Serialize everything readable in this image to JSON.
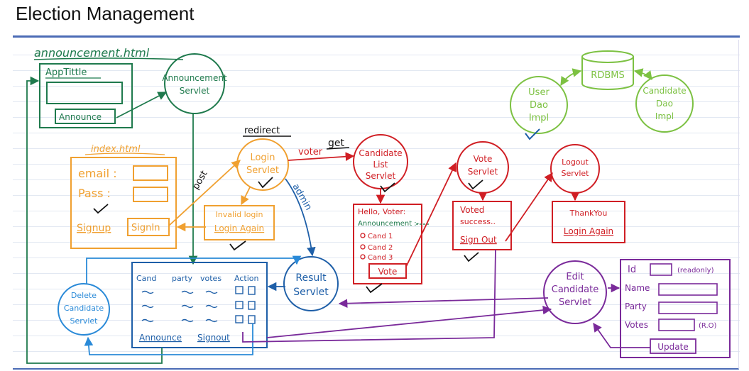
{
  "page_title": "Election Management",
  "colors": {
    "green_dark": "#1f7a4d",
    "green_light": "#7cc142",
    "orange": "#f0a030",
    "red": "#d01e24",
    "blue": "#1e5fa8",
    "light_blue": "#2a8ad8",
    "purple": "#7a2a9a",
    "black": "#111111"
  },
  "announcement_page": {
    "filename": "announcement.html",
    "app_title": "AppTittle",
    "button": "Announce"
  },
  "announcement_servlet": {
    "line1": "Announcement",
    "line2": "Servlet"
  },
  "index_page": {
    "filename": "index.html",
    "email_label": "email :",
    "pass_label": "Pass :",
    "signup": "Signup",
    "signin": "SignIn"
  },
  "login_servlet": {
    "line1": "Login",
    "line2": "Servlet"
  },
  "labels": {
    "redirect": "redirect",
    "voter": "voter",
    "get": "get",
    "post": "post",
    "admin": "admin"
  },
  "invalid_box": {
    "line1": "Invalid login",
    "line2": "Login Again"
  },
  "candidate_list_servlet": {
    "line1": "Candidate",
    "line2": "List",
    "line3": "Servlet"
  },
  "voter_page": {
    "greeting": "Hello, Voter:",
    "announcement": "Announcement :-",
    "candidates": [
      "Cand 1",
      "Cand 2",
      "Cand 3"
    ],
    "vote_button": "Vote"
  },
  "vote_servlet": {
    "line1": "Vote",
    "line2": "Servlet"
  },
  "vote_success_box": {
    "line1": "Voted",
    "line2": "success..",
    "signout": "Sign Out"
  },
  "logout_servlet": {
    "line1": "Logout",
    "line2": "Servlet"
  },
  "thankyou_box": {
    "line1": "ThankYou",
    "line2": "Login Again"
  },
  "user_dao": {
    "line1": "User",
    "line2": "Dao",
    "line3": "Impl"
  },
  "rdbms": "RDBMS",
  "candidate_dao": {
    "line1": "Candidate",
    "line2": "Dao",
    "line3": "Impl"
  },
  "admin_table": {
    "headers": [
      "Cand",
      "party",
      "votes",
      "Action"
    ],
    "announce": "Announce",
    "signout": "Signout"
  },
  "result_servlet": {
    "line1": "Result",
    "line2": "Servlet"
  },
  "delete_servlet": {
    "line1": "Delete",
    "line2": "Candidate",
    "line3": "Servlet"
  },
  "edit_servlet": {
    "line1": "Edit",
    "line2": "Candidate",
    "line3": "Servlet"
  },
  "edit_form": {
    "id_label": "Id",
    "readonly": "(readonly)",
    "name_label": "Name",
    "party_label": "Party",
    "votes_label": "Votes",
    "ro": "(R.O)",
    "update": "Update"
  }
}
